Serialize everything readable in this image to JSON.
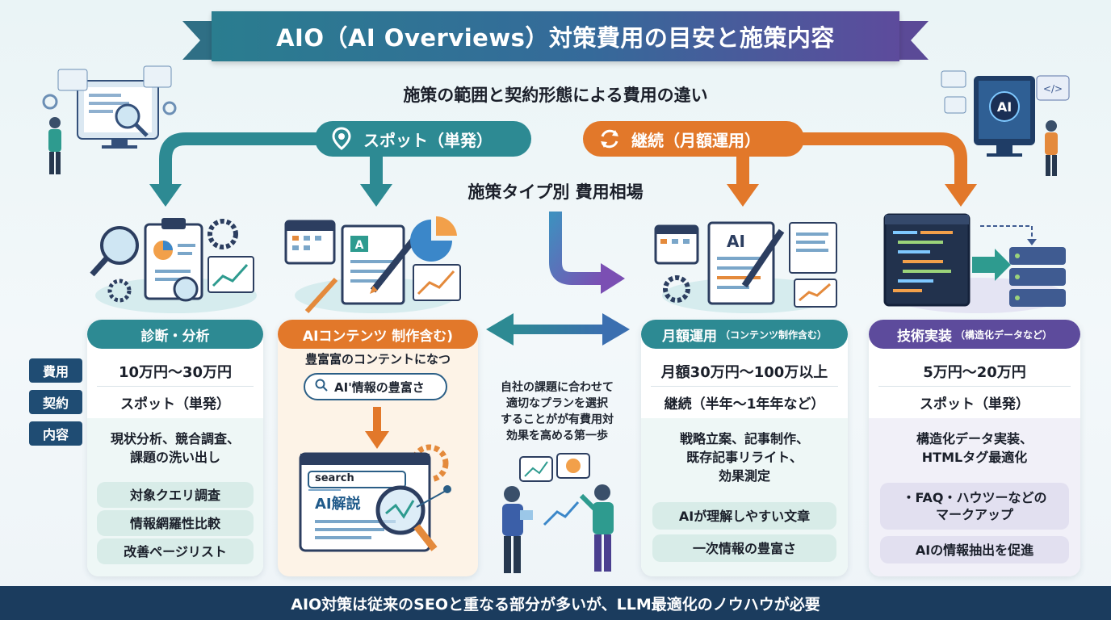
{
  "title": "AIO（AI Overviews）対策費用の目安と施策内容",
  "subtitle": "施策の範囲と契約形態による費用の違い",
  "middle_title": "施策タイプ別 費用相場",
  "pills": {
    "spot": "スポット（単発）",
    "continuous": "継続（月額運用）"
  },
  "row_labels": {
    "cost": "費用",
    "contract": "契約",
    "content": "内容"
  },
  "cards": {
    "diagnosis": {
      "head": "診断・分析",
      "cost": "10万円〜30万円",
      "contract": "スポット（単発）",
      "content": [
        "現状分析、競合調査、",
        "課題の洗い出し"
      ],
      "chips": [
        "対象クエリ調査",
        "情報網羅性比較",
        "改善ページリスト"
      ]
    },
    "ai_content": {
      "head": "AIコンテンツ 制作含む)",
      "text": "豊富富のコンテントになつ",
      "search": "AI'情報の豊富さ",
      "search_box_text": "search",
      "page_label": "AI解説"
    },
    "monthly": {
      "head": "月額運用",
      "head_small": "（コンテンツ制作含む）",
      "cost": "月額30万円〜100万以上",
      "contract": "継続（半年〜1年年など）",
      "content": [
        "戦略立案、記事制作、",
        "既存記事リライト、",
        "効果測定"
      ],
      "chips": [
        "AIが理解しやすい文章",
        "一次情報の豊富さ"
      ]
    },
    "technical": {
      "head": "技術実装",
      "head_small": "（構造化データなど）",
      "cost": "5万円〜20万円",
      "contract": "スポット（単発）",
      "content": [
        "構造化データ実装、",
        "HTMLタグ最適化"
      ],
      "chips": [
        "・FAQ・ハウツーなどの",
        "マークアップ",
        "AIの情報抽出を促進"
      ]
    }
  },
  "center_text": [
    "自社の課題に合わせて",
    "適切なプランを選択",
    "することがが有費用対",
    "効果を高める第一歩"
  ],
  "footer": "AIO対策は従来のSEOと重なる部分が多いが、LLM最適化のノウハウが必要",
  "colors": {
    "teal": "#2d8a93",
    "orange": "#e2782a",
    "purple": "#5d4b9c",
    "navy": "#1f4c73"
  }
}
